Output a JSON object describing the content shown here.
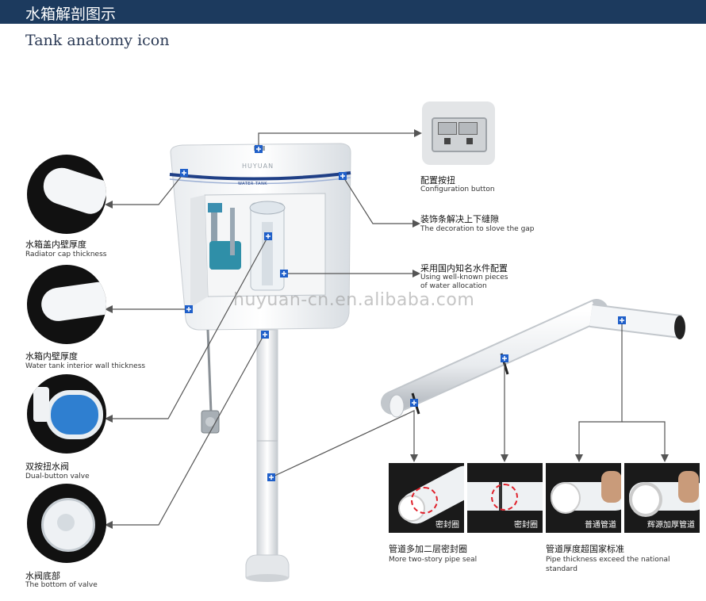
{
  "header": {
    "title": "水箱解剖图示"
  },
  "subtitle": "Tank anatomy icon",
  "tank": {
    "brand": "HUYUAN",
    "band_text": "WATER TANK"
  },
  "watermark": "huyuan-cn.en.alibaba.com",
  "left_features": [
    {
      "cn": "水箱盖内壁厚度",
      "en": "Radiator cap thickness"
    },
    {
      "cn": "水箱内壁厚度",
      "en": "Water tank interior wall thickness"
    },
    {
      "cn": "双按扭水阀",
      "en": "Dual-button valve"
    },
    {
      "cn": "水阀底部",
      "en": "The bottom of valve"
    }
  ],
  "right_features": [
    {
      "cn": "配置按扭",
      "en": "Configuration button"
    },
    {
      "cn": "装饰条解决上下缝隙",
      "en": "The decoration to slove the gap"
    },
    {
      "cn": "采用国内知名水件配置",
      "en": "Using well-known pieces of water allocation"
    }
  ],
  "right_features_en_lines": [
    "Using well-known pieces",
    "of water allocation"
  ],
  "pipe_photos": [
    {
      "caption": "密封圈"
    },
    {
      "caption": "密封圈"
    },
    {
      "caption": "普通管道"
    },
    {
      "caption": "辉源加厚管道"
    }
  ],
  "pipe_notes": [
    {
      "cn": "管道多加二层密封圈",
      "en": "More two-story pipe seal"
    },
    {
      "cn": "管道厚度超国家标准",
      "en": "Pipe thickness exceed the national standard"
    }
  ],
  "pipe_notes_en_lines": [
    "Pipe thickness exceed the national",
    "standard"
  ],
  "colors": {
    "header": "#1c3a5e",
    "accent": "#1f5fc9",
    "pointer": "#555555"
  }
}
